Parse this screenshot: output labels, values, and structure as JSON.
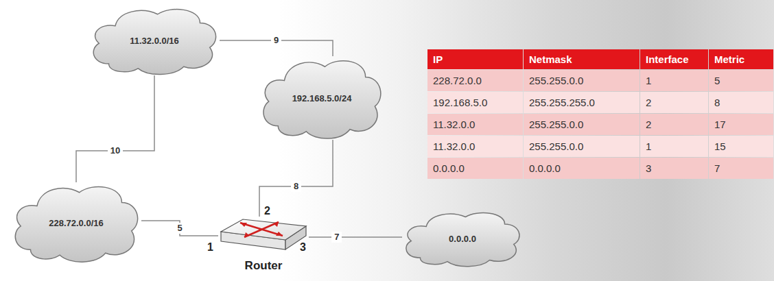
{
  "diagram": {
    "nodes": [
      {
        "text": [
          "11.32.0.0/16"
        ]
      },
      {
        "text": [
          "192.168.5.0/24"
        ]
      },
      {
        "text": [
          "228.72.0.0/16"
        ]
      },
      {
        "text": [
          "Router"
        ]
      },
      {
        "text": [
          "0.0.0.0"
        ]
      }
    ],
    "edges": [
      {
        "from": 0,
        "to": 1,
        "label": "9",
        "arrow": "none"
      },
      {
        "from": 0,
        "to": 2,
        "label": "10",
        "arrow": "none"
      },
      {
        "from": 3,
        "to": 1,
        "label": "8",
        "arrow": "none"
      },
      {
        "from": 2,
        "to": 3,
        "label": "5",
        "arrow": "none"
      },
      {
        "from": 3,
        "to": 4,
        "label": "7",
        "arrow": "none"
      }
    ],
    "labels": [
      "1",
      "2",
      "3",
      "IP",
      "Netmask",
      "Interface",
      "Metric",
      "228.72.0.0",
      "255.255.0.0",
      "1",
      "5",
      "192.168.5.0",
      "255.255.255.0",
      "2",
      "8",
      "11.32.0.0",
      "255.255.0.0",
      "2",
      "17",
      "11.32.0.0",
      "255.255.0.0",
      "1",
      "15",
      "0.0.0.0",
      "0.0.0.0",
      "3",
      "7"
    ]
  }
}
